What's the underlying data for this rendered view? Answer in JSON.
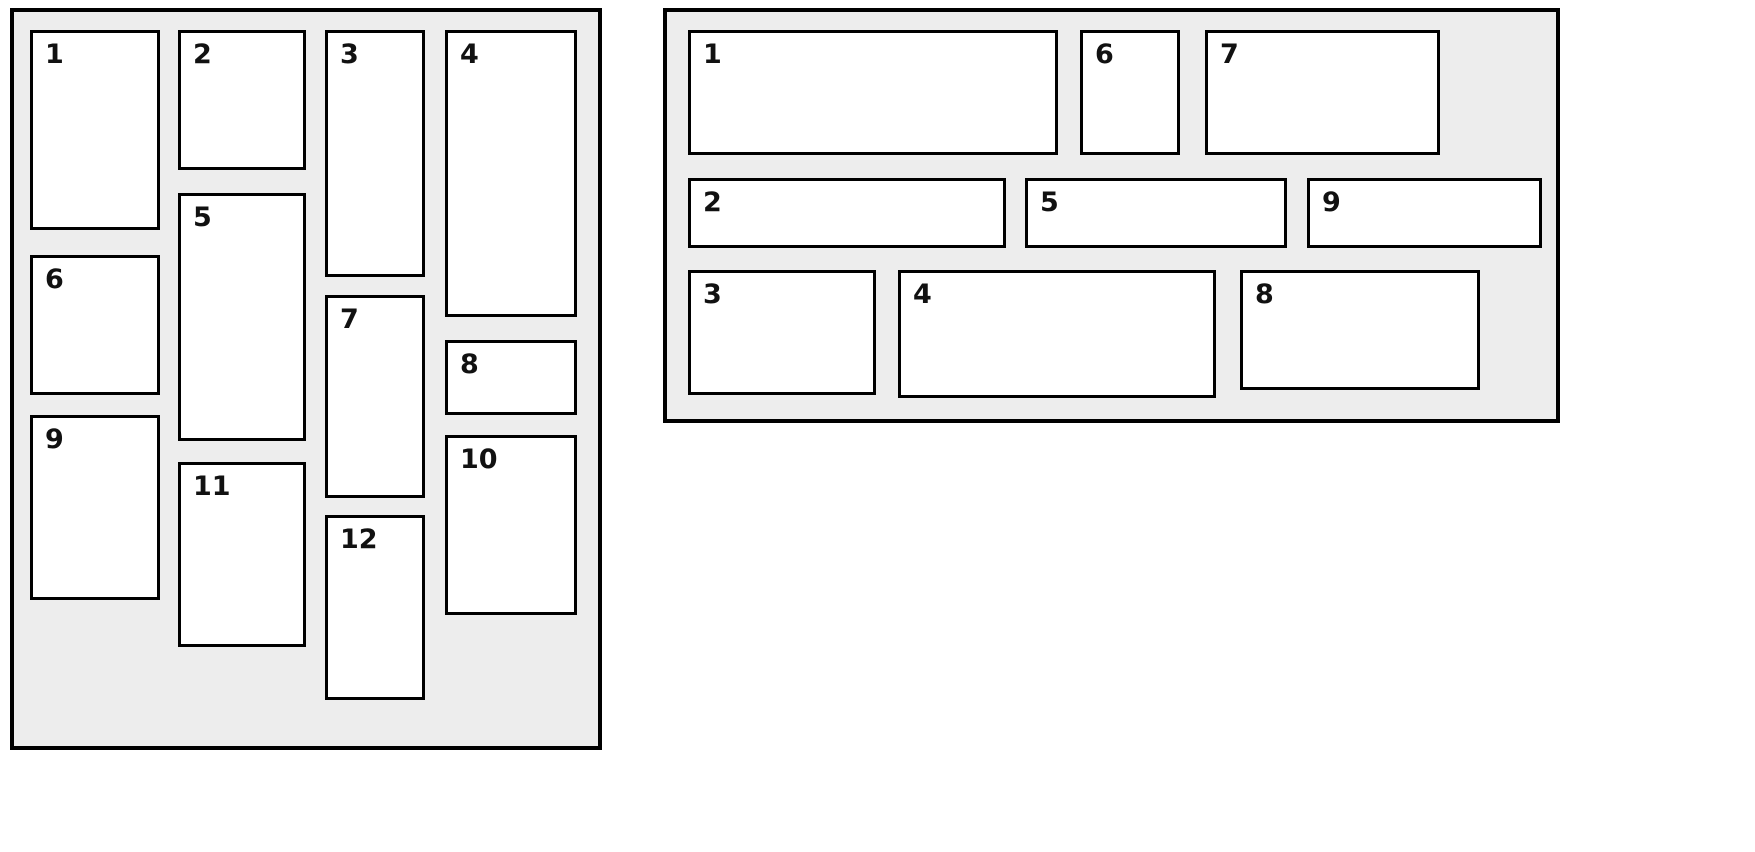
{
  "colors": {
    "page_bg": "#ffffff",
    "panel_bg": "#ededed",
    "box_bg": "#ffffff",
    "border": "#000000",
    "label_text": "#111111"
  },
  "left_panel": {
    "boxes": [
      {
        "label": "1"
      },
      {
        "label": "2"
      },
      {
        "label": "3"
      },
      {
        "label": "4"
      },
      {
        "label": "5"
      },
      {
        "label": "6"
      },
      {
        "label": "7"
      },
      {
        "label": "8"
      },
      {
        "label": "9"
      },
      {
        "label": "10"
      },
      {
        "label": "11"
      },
      {
        "label": "12"
      }
    ]
  },
  "right_panel": {
    "boxes": [
      {
        "label": "1"
      },
      {
        "label": "2"
      },
      {
        "label": "3"
      },
      {
        "label": "4"
      },
      {
        "label": "5"
      },
      {
        "label": "6"
      },
      {
        "label": "7"
      },
      {
        "label": "8"
      },
      {
        "label": "9"
      }
    ]
  }
}
